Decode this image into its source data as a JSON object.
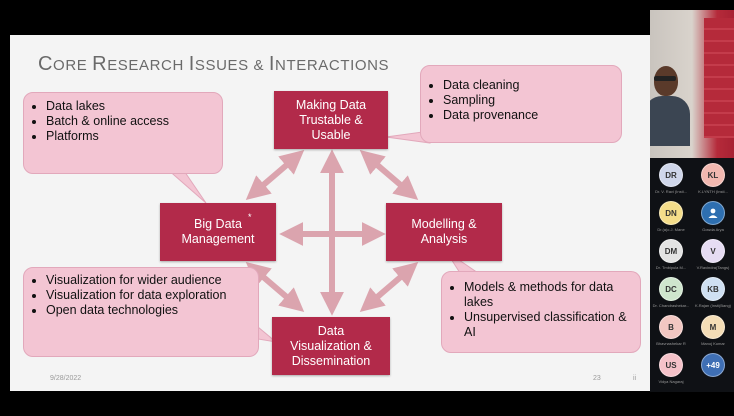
{
  "slide": {
    "title_first_letters": [
      "C",
      "R",
      "I",
      "I"
    ],
    "title_words_rest": [
      "ORE",
      "ESEARCH",
      "SSUES &",
      "NTERACTIONS"
    ],
    "boxes": {
      "making_data": "Making Data\nTrustable &\nUsable",
      "big_data": "Big Data\nManagement",
      "big_data_mark": "*",
      "modelling": "Modelling &\nAnalysis",
      "visualization": "Data\nVisualization &\nDissemination"
    },
    "callouts": {
      "top_left": [
        "Data lakes",
        "Batch & online access",
        "Platforms"
      ],
      "top_right": [
        "Data cleaning",
        "Sampling",
        "Data provenance"
      ],
      "bottom_left": [
        "Visualization for wider audience",
        "Visualization for data exploration",
        "Open data technologies"
      ],
      "bottom_right": [
        "Models & methods for data lakes",
        "Unsupervised classification & AI"
      ]
    },
    "footer_date": "9/28/2022",
    "footer_page": "23",
    "footer_right": "ii"
  },
  "participants": [
    {
      "initials": "DR",
      "name": "Dr. V. Ravi (Insti...",
      "color": "#cfd6ea"
    },
    {
      "initials": "KL",
      "name": "K.LYNTH (Insti...",
      "color": "#f2b8b0"
    },
    {
      "initials": "DN",
      "name": "Dr.(a)c.J. Mane",
      "color": "#f4dd8a"
    },
    {
      "initials": "",
      "name": "Gowda Arya",
      "color": "#2e6fb0",
      "icon": "user-icon"
    },
    {
      "initials": "DM",
      "name": "Dr. Tmbipula M...",
      "color": "#e3e3e3"
    },
    {
      "initials": "V",
      "name": "V.Ravindra(Tangs)",
      "color": "#e6dcf3"
    },
    {
      "initials": "DC",
      "name": "Dr. Chandrashekar...",
      "color": "#cfe6cd"
    },
    {
      "initials": "KB",
      "name": "K.Rajan (Insti(Bang)",
      "color": "#cfe0f2"
    },
    {
      "initials": "B",
      "name": "Bhavnashekar R",
      "color": "#f2c7c2"
    },
    {
      "initials": "M",
      "name": "Manoj Kumar",
      "color": "#f4ddb6"
    },
    {
      "initials": "US",
      "name": "Vidya Nagaraj",
      "color": "#f5c2c9"
    },
    {
      "initials": "+49",
      "name": "",
      "color": "#3f6fb4"
    }
  ],
  "colors": {
    "box": "#b22a4a",
    "callout": "#f3c5d3",
    "arrow": "#dba4ae"
  }
}
